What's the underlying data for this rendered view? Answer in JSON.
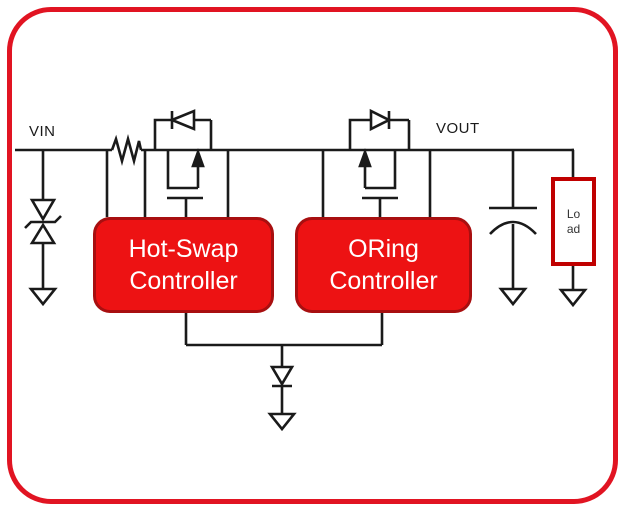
{
  "diagram": {
    "labels": {
      "vin": "VIN",
      "vout": "VOUT"
    },
    "blocks": {
      "hot_swap": {
        "line1": "Hot-Swap",
        "line2": "Controller"
      },
      "oring": {
        "line1": "ORing",
        "line2": "Controller"
      },
      "load": {
        "line1": "Lo",
        "line2": "ad"
      }
    },
    "symbols": [
      "input-tvs-diode",
      "current-sense-resistor",
      "hot-swap-pass-mosfet-with-body-diode",
      "oring-mosfet-with-body-diode",
      "output-capacitor",
      "gate-return-steering-diode",
      "ground"
    ]
  },
  "colors": {
    "frame_red": "#e11422",
    "box_fill": "#ed1213",
    "box_border": "#a80f10",
    "box_text": "#ffffff",
    "load_border": "#c00000",
    "wire_black": "#1a1a1a"
  }
}
